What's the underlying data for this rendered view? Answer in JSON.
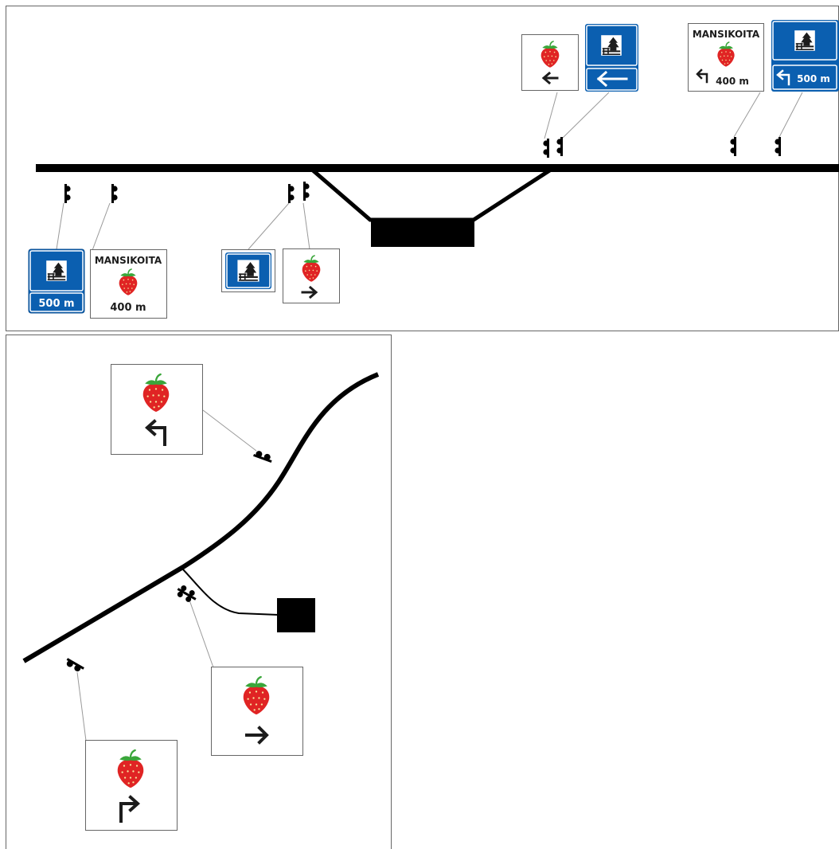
{
  "colors": {
    "road": "#000000",
    "leader_line": "#9a9a9a",
    "panel_border": "#666666",
    "sign_blue": "#0b5fb0",
    "sign_white": "#ffffff",
    "strawberry_red": "#e02424",
    "strawberry_green": "#3aa63a",
    "arrow_dark": "#1c1c1c"
  },
  "icons": {
    "service_symbol": "rest-area-tree-bench-icon",
    "attraction_symbol": "strawberry-icon",
    "arrows": [
      "arrow-left-icon",
      "arrow-right-icon",
      "arrow-turn-left-icon",
      "arrow-turn-right-icon"
    ]
  },
  "top_diagram": {
    "signs": {
      "sign_1_distance": "500 m",
      "sign_2_title": "MANSIKOITA",
      "sign_2_distance": "400 m",
      "sign_7_title": "MANSIKOITA",
      "sign_7_distance": "400 m",
      "sign_8_distance": "500 m"
    }
  }
}
